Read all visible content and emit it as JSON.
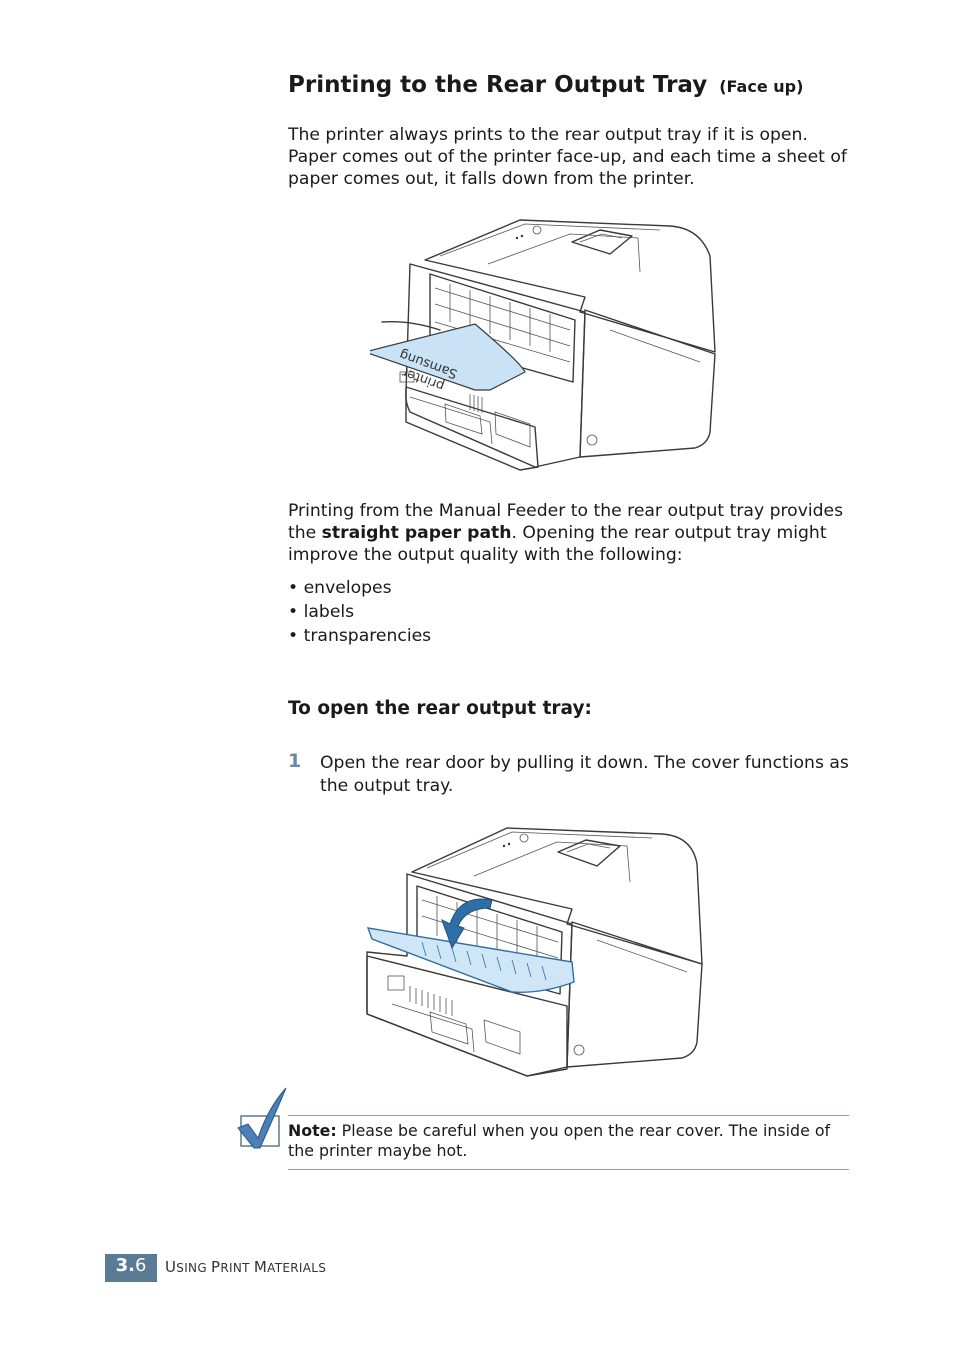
{
  "page": {
    "title": "Printing to the Rear Output Tray",
    "title_suffix": "(Face up)",
    "intro": "The printer always prints to the rear output tray if it is open. Paper comes out of the printer face-up, and each time a sheet of paper comes out, it falls down from the printer.",
    "illustration1": {
      "paper_text_line1": "Samsung",
      "paper_text_line2": "printer"
    },
    "para2_before": "Printing from the Manual Feeder to the rear output tray provides the ",
    "para2_bold": "straight paper path",
    "para2_after": ". Opening the rear output tray might improve the output quality with the following:",
    "bullets": [
      "• envelopes",
      "• labels",
      "• transparencies"
    ],
    "subheading": "To open the rear output tray:",
    "step": {
      "number": "1",
      "text": "Open the rear door by pulling it down. The cover functions as the output tray."
    },
    "note": {
      "label": "Note:",
      "text": " Please be careful when you open the rear cover. The inside of the printer maybe hot."
    },
    "footer": {
      "chapter": "3.",
      "page": "6",
      "section_first_U": "U",
      "section_sing": "SING ",
      "section_P": "P",
      "section_rint": "RINT ",
      "section_M": "M",
      "section_aterials": "ATERIALS"
    },
    "colors": {
      "accent": "#5b7a93",
      "paper": "#c9e2f6",
      "door": "#cfe6f7",
      "arrow": "#2f6fa8"
    }
  }
}
